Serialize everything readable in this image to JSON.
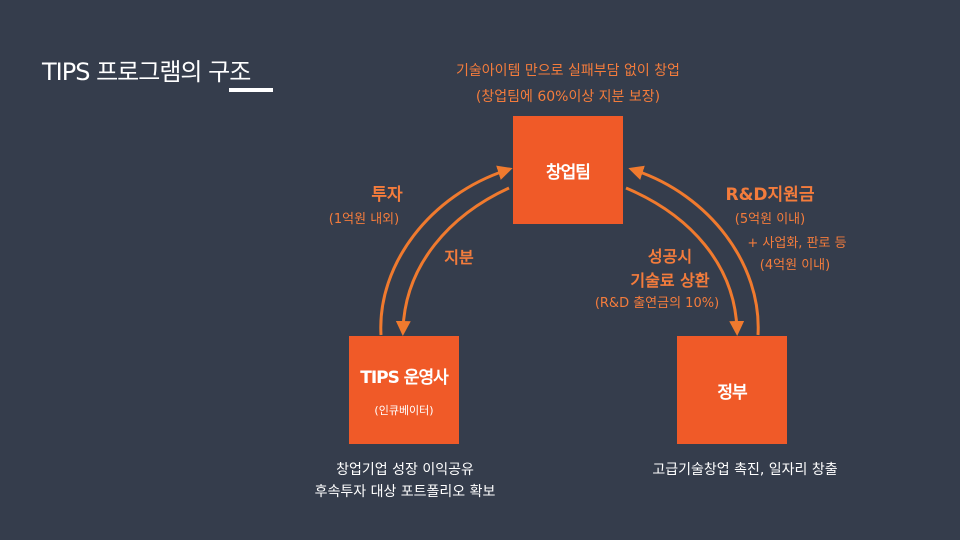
{
  "slide": {
    "title_prefix": "TIPS 프로그램의 ",
    "title_emph": "구조"
  },
  "top_note": {
    "line1": "기술아이템 만으로 실패부담 없이 창업",
    "line2": "(창업팀에 60%이상 지분 보장)"
  },
  "nodes": {
    "team": {
      "label": "창업팀"
    },
    "operator": {
      "label": "TIPS 운영사",
      "sub": "(인큐베이터)"
    },
    "government": {
      "label": "정부"
    }
  },
  "edges": {
    "investment": {
      "label": "투자",
      "detail": "(1억원 내외)"
    },
    "equity": {
      "label": "지분"
    },
    "rnd": {
      "label": "R&D지원금",
      "detail": "(5억원 이내)",
      "extra1": "+ 사업화, 판로 등",
      "extra2": "(4억원 이내)"
    },
    "repay": {
      "line1": "성공시",
      "line2": "기술료 상환",
      "detail": "(R&D 출연금의 10%)"
    }
  },
  "bottom_notes": {
    "operator_line1": "창업기업 성장 이익공유",
    "operator_line2": "후속투자 대상 포트폴리오 확보",
    "government_line1": "고급기술창업 촉진, 일자리 창출"
  },
  "colors": {
    "background": "#353d4c",
    "box": "#f05a28",
    "accent_text": "#f47c3c",
    "arrow": "#f07a2e"
  }
}
